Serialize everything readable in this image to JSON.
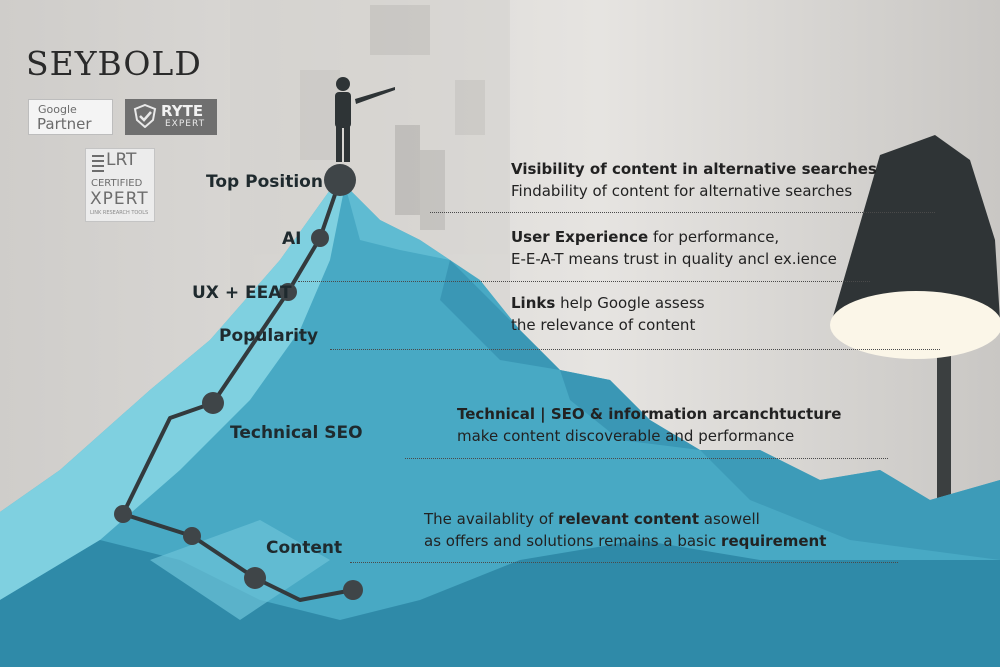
{
  "brand": {
    "logo_text": "SEYBOLD"
  },
  "badges": {
    "google": {
      "line1": "Google",
      "line2": "Partner"
    },
    "ryte": {
      "line1": "RYTE",
      "line2": "EXPERT"
    },
    "lrt": {
      "line1": "LRT",
      "line2": "CERTIFIED",
      "line3": "XPERT",
      "line4": "LINK RESEARCH TOOLS"
    }
  },
  "steps": [
    {
      "label": "Top Position"
    },
    {
      "label": "AI"
    },
    {
      "label": "UX + EEAT"
    },
    {
      "label": "Popularity"
    },
    {
      "label": "Technical SEO"
    },
    {
      "label": "Content"
    }
  ],
  "descriptions": {
    "top": {
      "line1_bold": "Visibility of content in alternative searches",
      "line2": "Findability of content for alternative searches"
    },
    "ux": {
      "line1_bold": "User Experience",
      "line1_rest": " for performance,",
      "line2": "E-E-A-T means trust in quality ancl ex.ience"
    },
    "links": {
      "line1_bold": "Links",
      "line1_rest": " help Google assess",
      "line2": "the relevance of content"
    },
    "tech": {
      "line1_bold": "Technical | SEO & information arcanchtucture",
      "line2": "make content discoverable and performance"
    },
    "content": {
      "line1_pre": "The availablity of ",
      "line1_bold": "relevant content",
      "line1_rest": " asowell",
      "line2_pre": "as offers and solutions remains a basic ",
      "line2_bold": "requirement"
    }
  },
  "colors": {
    "mountain_light": "#7fd0e0",
    "mountain_mid": "#48a9c4",
    "mountain_dark": "#2f8aa8",
    "path": "#333a3d",
    "dot": "#3f4548"
  }
}
